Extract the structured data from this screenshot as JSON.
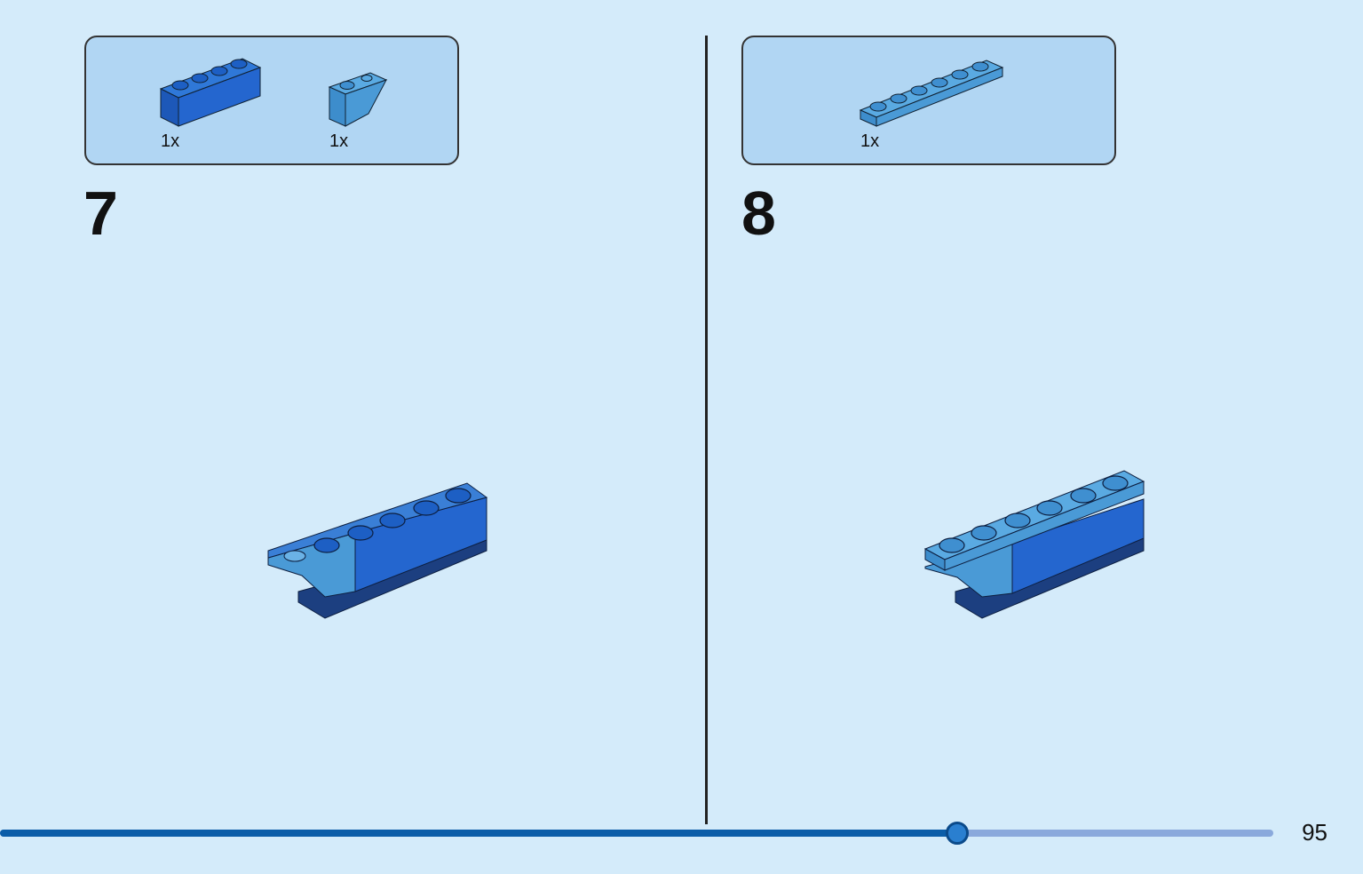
{
  "steps": [
    {
      "number": "7",
      "parts": [
        {
          "qty": "1x",
          "icon": "brick-1x4-blue-icon",
          "color": "#2466cf"
        },
        {
          "qty": "1x",
          "icon": "slope-inverted-1x2-medium-blue-icon",
          "color": "#4a9ad6"
        }
      ]
    },
    {
      "number": "8",
      "parts": [
        {
          "qty": "1x",
          "icon": "plate-1x6-medium-blue-icon",
          "color": "#4a9ad6"
        }
      ]
    }
  ],
  "progress": {
    "fraction": 0.751
  },
  "page_number": "95",
  "colors": {
    "background": "#d4ebfa",
    "parts_box": "#b1d6f3",
    "progress_fill": "#0b5da8",
    "progress_track": "#8aa9dc"
  }
}
